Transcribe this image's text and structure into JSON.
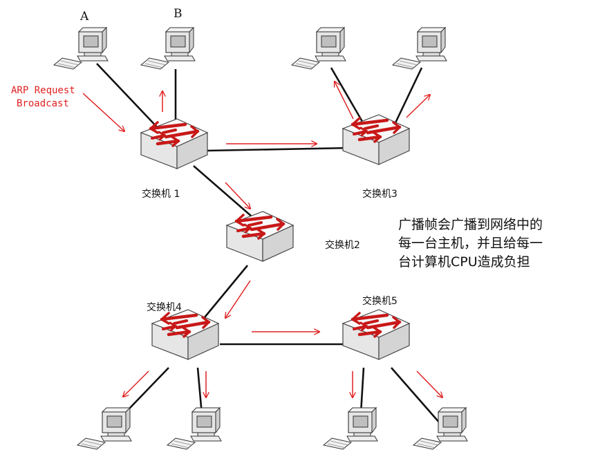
{
  "hosts": {
    "a_label": "A",
    "b_label": "B"
  },
  "arp": {
    "line1": "ARP Request",
    "line2": "Broadcast"
  },
  "switches": {
    "sw1": "交换机 1",
    "sw2": "交换机2",
    "sw3": "交换机3",
    "sw4": "交换机4",
    "sw5": "交换机5"
  },
  "note": {
    "line1": "广播帧会广播到网络中的",
    "line2": "每一台主机，并且给每一",
    "line3": "台计算机CPU造成负担"
  },
  "colors": {
    "arrow": "#e02020",
    "link": "#111111",
    "switch_face": "#eeeeee",
    "switch_top": "#f8f8f8"
  }
}
